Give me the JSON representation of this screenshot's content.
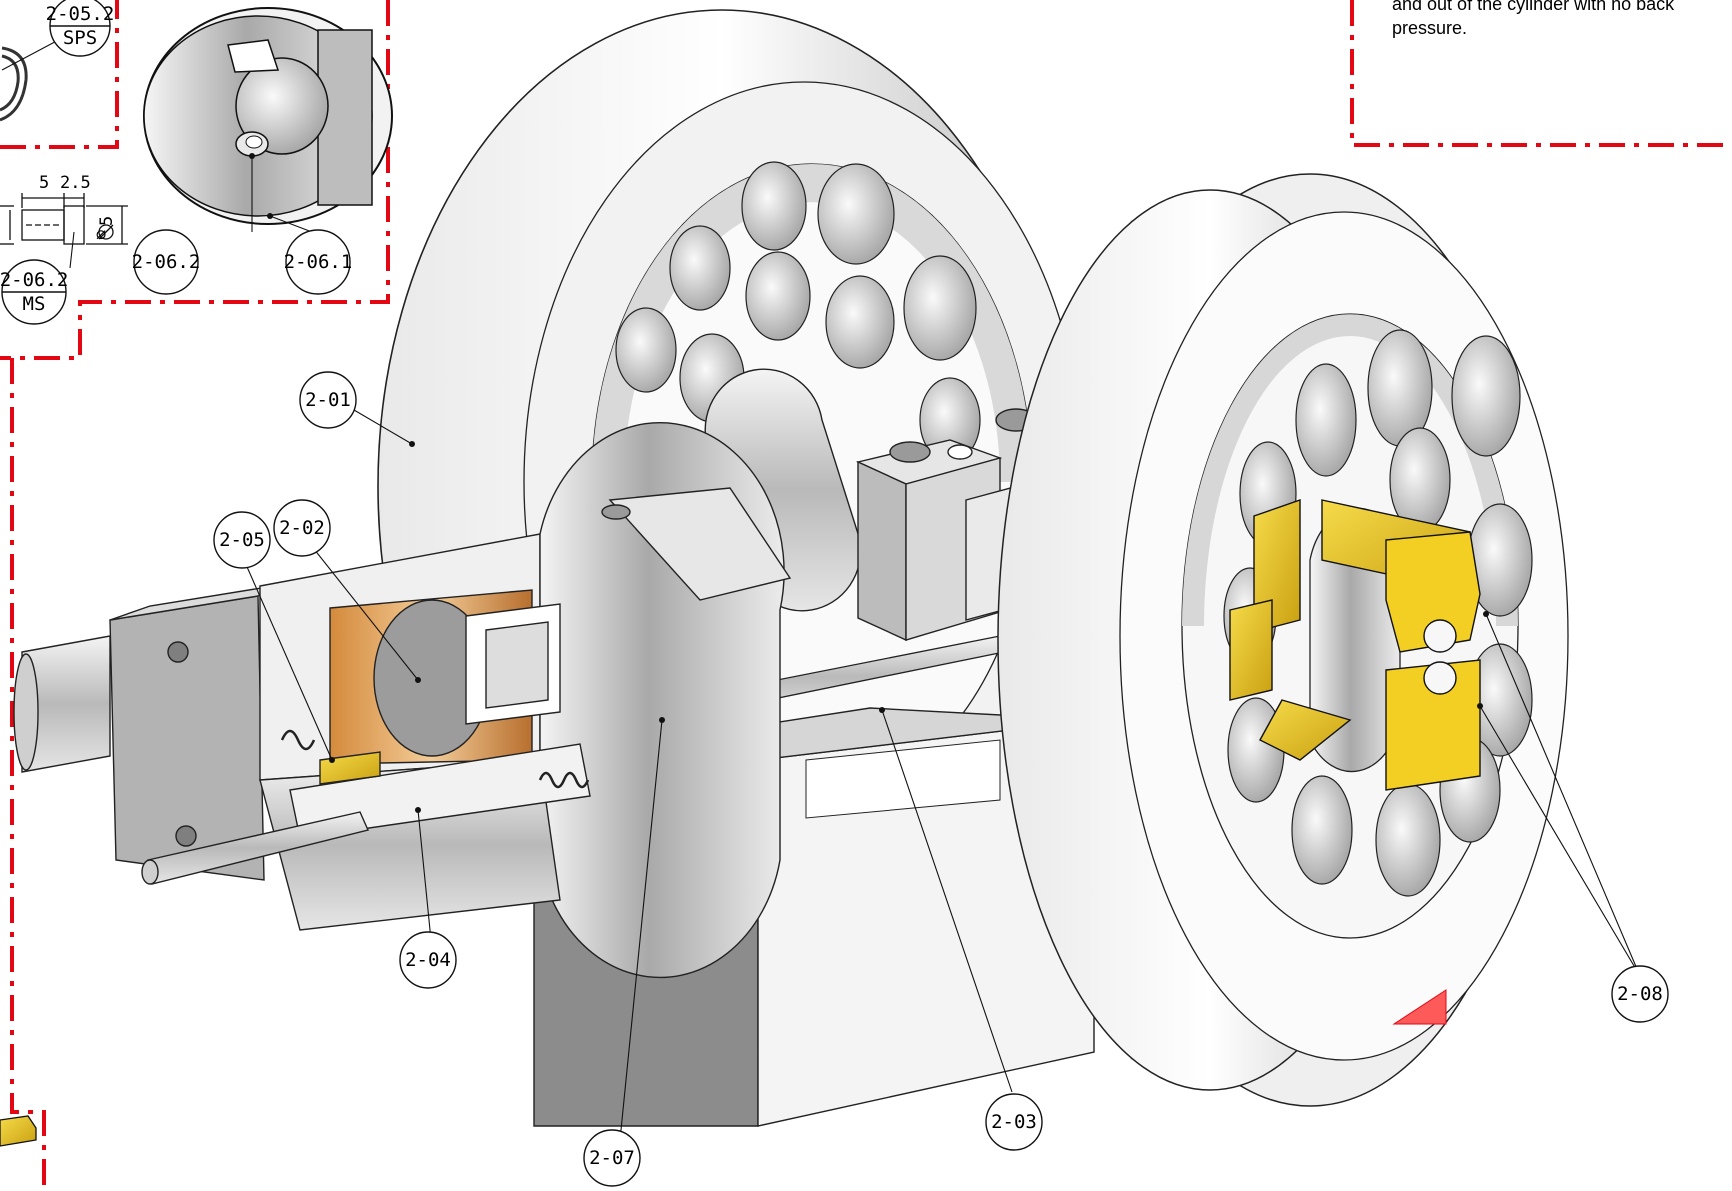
{
  "note": {
    "line1": "and out of the cylinder with no back",
    "line2": "pressure."
  },
  "dimensions": {
    "d1": "5",
    "d2": "2.5",
    "d3": "5",
    "diameter": "∅"
  },
  "callouts": {
    "c2_05_2_top": "2-05.2",
    "c2_05_2_bottom": "SPS",
    "c2_06_2_top": "2-06.2",
    "c2_06_2_bottom": "MS",
    "c2_06_2": "2-06.2",
    "c2_06_1": "2-06.1",
    "c2_01": "2-01",
    "c2_02": "2-02",
    "c2_05": "2-05",
    "c2_04": "2-04",
    "c2_07": "2-07",
    "c2_03": "2-03",
    "c2_08": "2-08"
  },
  "colors": {
    "frame_red": "#e30613",
    "brass": "#e8c11a",
    "copper": "#c8803a",
    "steel": "#c9c9c9",
    "marker": "#ff5a5a"
  }
}
